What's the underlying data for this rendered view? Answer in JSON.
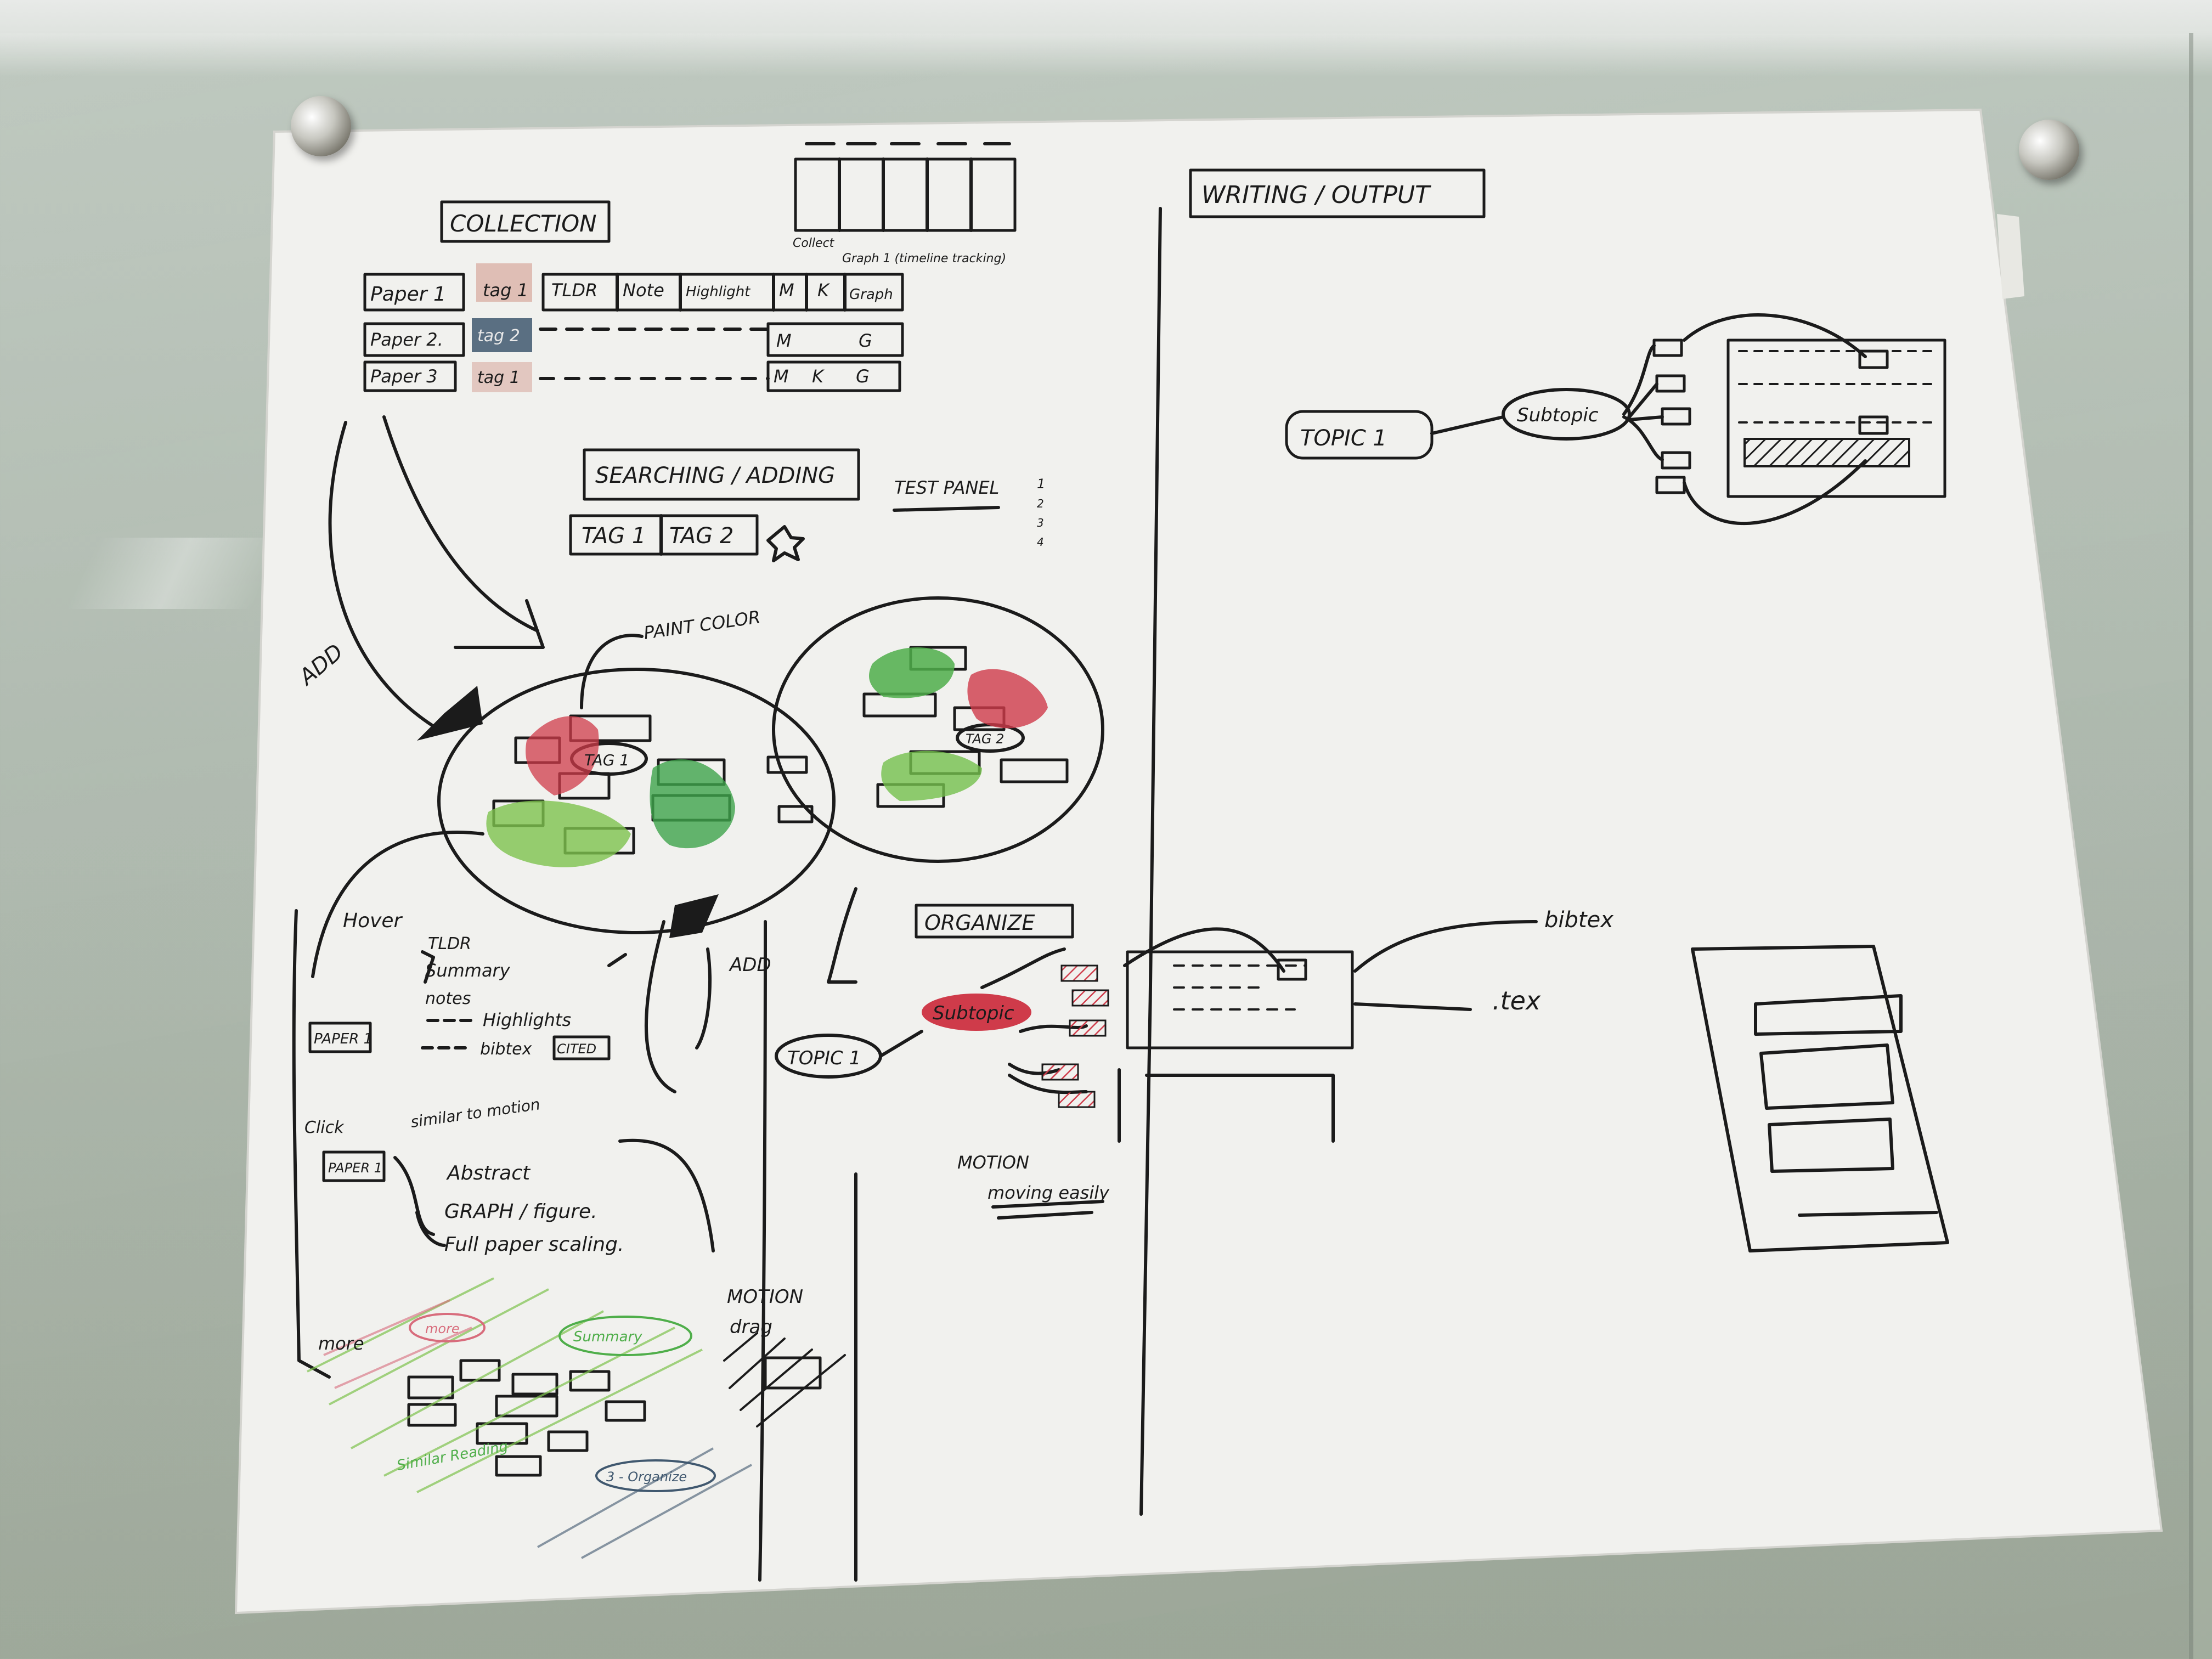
{
  "colors": {
    "ink": "#1b1b1b",
    "paper": "#f1f1ee",
    "marker_red": "#cf3b4a",
    "marker_green": "#4fae4a",
    "marker_blue": "#40586f",
    "marker_lightgreen": "#74c04c"
  },
  "collection": {
    "title": "COLLECTION",
    "rows": [
      {
        "paper": "Paper 1",
        "tag": "tag 1",
        "cells": [
          "TLDR",
          "Note",
          "Highlight",
          "M",
          "K",
          "Graph"
        ]
      },
      {
        "paper": "Paper 2.",
        "tag": "tag 2",
        "cells": [
          "M",
          "G"
        ]
      },
      {
        "paper": "Paper 3",
        "tag": "tag 1",
        "cells": [
          "M",
          "K",
          "G"
        ]
      }
    ],
    "timeline_collect": "Collect",
    "timeline_graph": "Graph 1 (timeline tracking)"
  },
  "searching": {
    "title": "SEARCHING / ADDING",
    "tag1": "TAG 1",
    "tag2": "TAG 2",
    "test_panel": "TEST PANEL",
    "list_numbers": [
      "1",
      "2",
      "3",
      "4"
    ]
  },
  "canvas": {
    "add_label_1": "ADD",
    "add_label_2": "ADD",
    "paint_color": "PAINT COLOR",
    "tag1": "TAG 1",
    "tag2": "TAG 2"
  },
  "hover": {
    "label": "Hover",
    "paper": "PAPER 1",
    "items": [
      "TLDR",
      "Summary",
      "notes",
      "Highlights",
      "bibtex"
    ],
    "cited": "CITED"
  },
  "click": {
    "label": "Click",
    "similar": "similar to motion",
    "paper": "PAPER 1",
    "items": [
      "Abstract",
      "GRAPH / figure.",
      "Full paper scaling."
    ]
  },
  "more": {
    "label": "more",
    "bubble_more": "more",
    "bubble_summary": "Summary",
    "bubble_organize": "3 - Organize",
    "similar_reading": "Similar Reading"
  },
  "motion_drag": {
    "title": "MOTION",
    "sub": "drag"
  },
  "organize": {
    "title": "ORGANIZE",
    "subtopic": "Subtopic",
    "topic": "TOPIC 1",
    "motion": "MOTION",
    "moving": "moving easily"
  },
  "writing": {
    "title": "WRITING / OUTPUT",
    "topic": "TOPIC 1",
    "subtopic": "Subtopic",
    "bibtex": "bibtex",
    "tex": ".tex"
  }
}
